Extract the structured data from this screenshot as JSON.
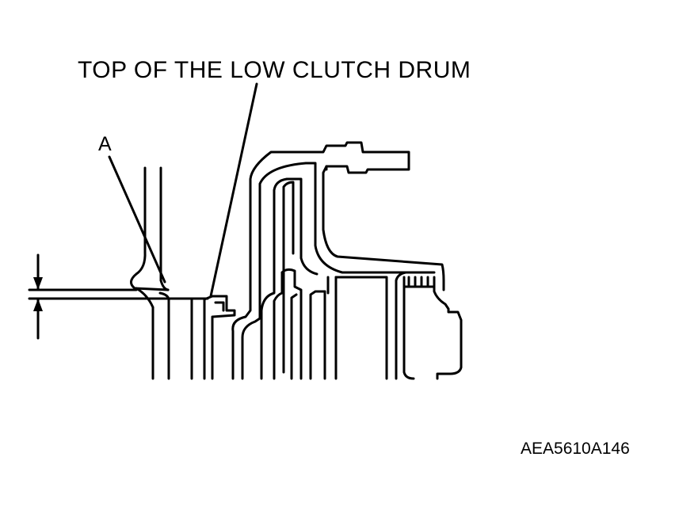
{
  "labels": {
    "drum_top": "TOP OF THE LOW CLUTCH DRUM",
    "point_a": "A",
    "figure_code": "AEA5610A146"
  },
  "colors": {
    "ink": "#000000",
    "paper": "#ffffff"
  }
}
